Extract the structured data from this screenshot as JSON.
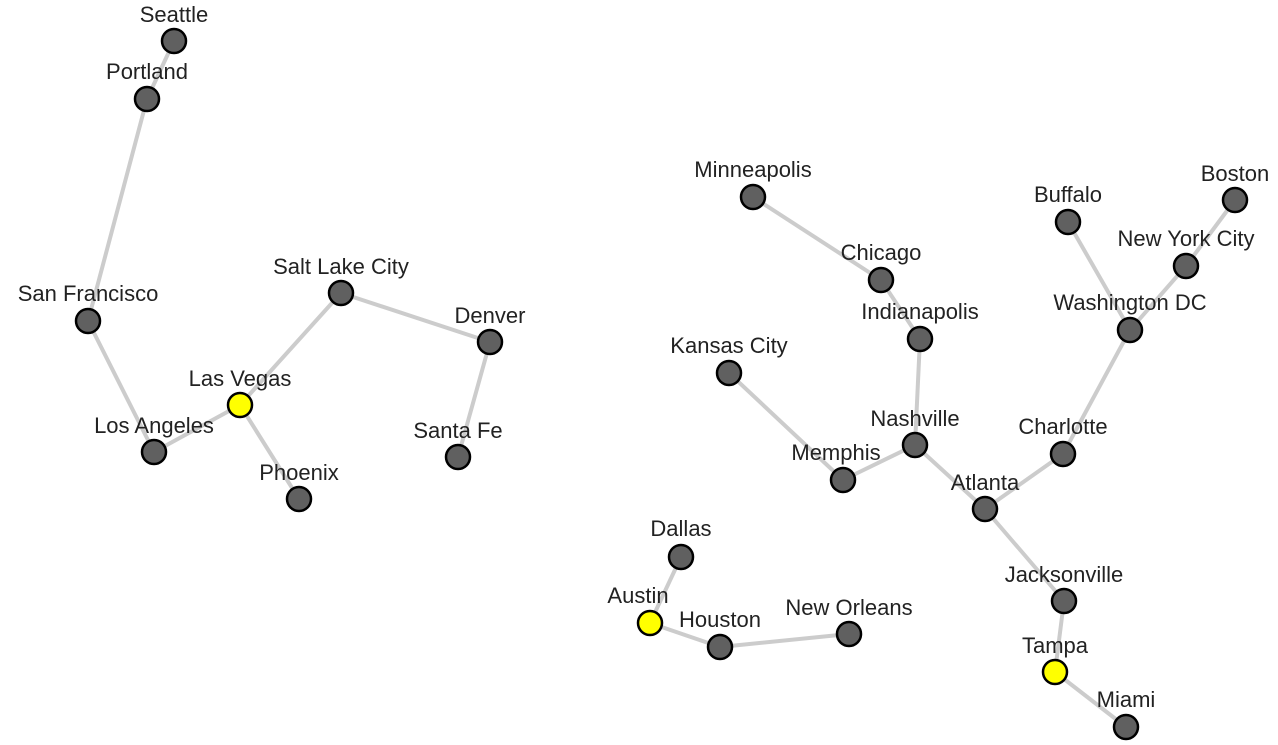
{
  "graph": {
    "node_color_default": "#606060",
    "node_color_highlight": "#ffff00",
    "edge_color": "#cccccc",
    "nodes": [
      {
        "id": "seattle",
        "label": "Seattle",
        "highlighted": false
      },
      {
        "id": "portland",
        "label": "Portland",
        "highlighted": false
      },
      {
        "id": "san-francisco",
        "label": "San Francisco",
        "highlighted": false
      },
      {
        "id": "los-angeles",
        "label": "Los Angeles",
        "highlighted": false
      },
      {
        "id": "las-vegas",
        "label": "Las Vegas",
        "highlighted": true
      },
      {
        "id": "phoenix",
        "label": "Phoenix",
        "highlighted": false
      },
      {
        "id": "salt-lake-city",
        "label": "Salt Lake City",
        "highlighted": false
      },
      {
        "id": "denver",
        "label": "Denver",
        "highlighted": false
      },
      {
        "id": "santa-fe",
        "label": "Santa Fe",
        "highlighted": false
      },
      {
        "id": "minneapolis",
        "label": "Minneapolis",
        "highlighted": false
      },
      {
        "id": "chicago",
        "label": "Chicago",
        "highlighted": false
      },
      {
        "id": "indianapolis",
        "label": "Indianapolis",
        "highlighted": false
      },
      {
        "id": "kansas-city",
        "label": "Kansas City",
        "highlighted": false
      },
      {
        "id": "memphis",
        "label": "Memphis",
        "highlighted": false
      },
      {
        "id": "nashville",
        "label": "Nashville",
        "highlighted": false
      },
      {
        "id": "atlanta",
        "label": "Atlanta",
        "highlighted": false
      },
      {
        "id": "charlotte",
        "label": "Charlotte",
        "highlighted": false
      },
      {
        "id": "washington-dc",
        "label": "Washington DC",
        "highlighted": false
      },
      {
        "id": "new-york-city",
        "label": "New York City",
        "highlighted": false
      },
      {
        "id": "boston",
        "label": "Boston",
        "highlighted": false
      },
      {
        "id": "buffalo",
        "label": "Buffalo",
        "highlighted": false
      },
      {
        "id": "jacksonville",
        "label": "Jacksonville",
        "highlighted": false
      },
      {
        "id": "tampa",
        "label": "Tampa",
        "highlighted": true
      },
      {
        "id": "miami",
        "label": "Miami",
        "highlighted": false
      },
      {
        "id": "dallas",
        "label": "Dallas",
        "highlighted": false
      },
      {
        "id": "austin",
        "label": "Austin",
        "highlighted": true
      },
      {
        "id": "houston",
        "label": "Houston",
        "highlighted": false
      },
      {
        "id": "new-orleans",
        "label": "New Orleans",
        "highlighted": false
      }
    ],
    "edges": [
      [
        "seattle",
        "portland"
      ],
      [
        "portland",
        "san-francisco"
      ],
      [
        "san-francisco",
        "los-angeles"
      ],
      [
        "los-angeles",
        "las-vegas"
      ],
      [
        "las-vegas",
        "phoenix"
      ],
      [
        "las-vegas",
        "salt-lake-city"
      ],
      [
        "salt-lake-city",
        "denver"
      ],
      [
        "denver",
        "santa-fe"
      ],
      [
        "minneapolis",
        "chicago"
      ],
      [
        "chicago",
        "indianapolis"
      ],
      [
        "indianapolis",
        "nashville"
      ],
      [
        "kansas-city",
        "memphis"
      ],
      [
        "memphis",
        "nashville"
      ],
      [
        "nashville",
        "atlanta"
      ],
      [
        "atlanta",
        "charlotte"
      ],
      [
        "charlotte",
        "washington-dc"
      ],
      [
        "washington-dc",
        "new-york-city"
      ],
      [
        "new-york-city",
        "boston"
      ],
      [
        "washington-dc",
        "buffalo"
      ],
      [
        "atlanta",
        "jacksonville"
      ],
      [
        "jacksonville",
        "tampa"
      ],
      [
        "tampa",
        "miami"
      ],
      [
        "dallas",
        "austin"
      ],
      [
        "austin",
        "houston"
      ],
      [
        "houston",
        "new-orleans"
      ]
    ]
  }
}
